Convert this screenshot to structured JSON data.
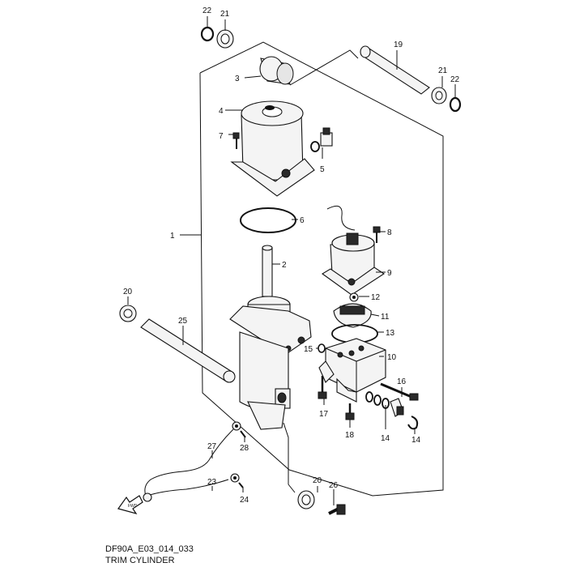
{
  "diagram": {
    "caption_code": "DF90A_E03_014_033",
    "caption_title": "TRIM CYLINDER",
    "fwd_label": "FWD",
    "callouts": {
      "c1": "1",
      "c2": "2",
      "c3": "3",
      "c4": "4",
      "c5": "5",
      "c6": "6",
      "c7": "7",
      "c8": "8",
      "c9": "9",
      "c10": "10",
      "c11": "11",
      "c12": "12",
      "c13": "13",
      "c14": "14",
      "c15": "15",
      "c16": "16",
      "c17": "17",
      "c18": "18",
      "c19": "19",
      "c20a": "20",
      "c20b": "20",
      "c21a": "21",
      "c21b": "21",
      "c22a": "22",
      "c22b": "22",
      "c23": "23",
      "c24": "24",
      "c25": "25",
      "c26": "26",
      "c27": "27",
      "c28": "28"
    }
  }
}
